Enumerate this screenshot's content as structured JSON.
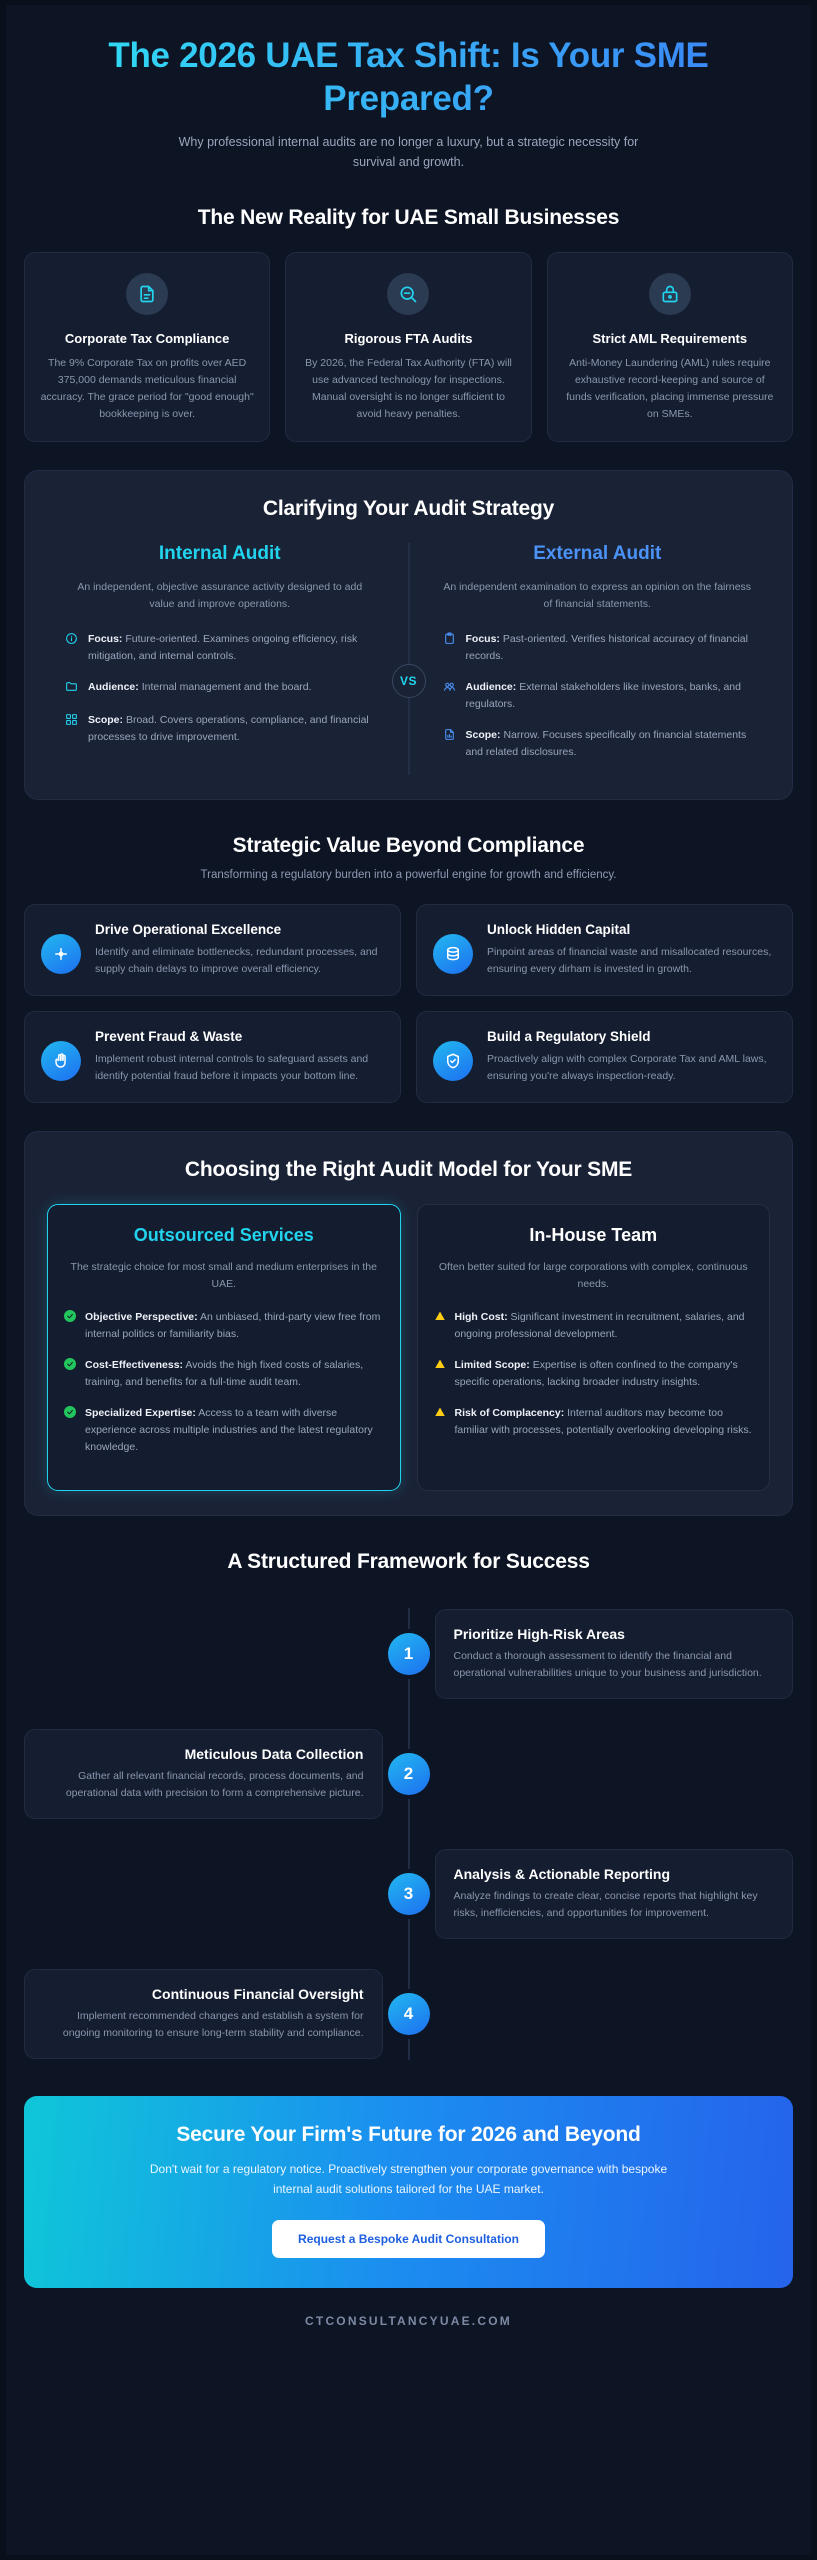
{
  "hero": {
    "title": "The 2026 UAE Tax Shift: Is Your SME Prepared?",
    "subtitle": "Why professional internal audits are no longer a luxury, but a strategic necessity for survival and growth."
  },
  "reality": {
    "title": "The New Reality for UAE Small Businesses",
    "cards": [
      {
        "icon": "document-icon",
        "title": "Corporate Tax Compliance",
        "body": "The 9% Corporate Tax on profits over AED 375,000 demands meticulous financial accuracy. The grace period for \"good enough\" bookkeeping is over."
      },
      {
        "icon": "magnifier-icon",
        "title": "Rigorous FTA Audits",
        "body": "By 2026, the Federal Tax Authority (FTA) will use advanced technology for inspections. Manual oversight is no longer sufficient to avoid heavy penalties."
      },
      {
        "icon": "lock-icon",
        "title": "Strict AML Requirements",
        "body": "Anti-Money Laundering (AML) rules require exhaustive record-keeping and source of funds verification, placing immense pressure on SMEs."
      }
    ]
  },
  "compare": {
    "title": "Clarifying Your Audit Strategy",
    "badge": "VS",
    "internal": {
      "heading": "Internal Audit",
      "lead": "An independent, objective assurance activity designed to add value and improve operations.",
      "items": [
        {
          "icon": "info-circle-icon",
          "label": "Focus:",
          "text": "Future-oriented. Examines ongoing efficiency, risk mitigation, and internal controls."
        },
        {
          "icon": "folder-icon",
          "label": "Audience:",
          "text": "Internal management and the board."
        },
        {
          "icon": "grid-icon",
          "label": "Scope:",
          "text": "Broad. Covers operations, compliance, and financial processes to drive improvement."
        }
      ]
    },
    "external": {
      "heading": "External Audit",
      "lead": "An independent examination to express an opinion on the fairness of financial statements.",
      "items": [
        {
          "icon": "clipboard-icon",
          "label": "Focus:",
          "text": "Past-oriented. Verifies historical accuracy of financial records."
        },
        {
          "icon": "users-icon",
          "label": "Audience:",
          "text": "External stakeholders like investors, banks, and regulators."
        },
        {
          "icon": "report-icon",
          "label": "Scope:",
          "text": "Narrow. Focuses specifically on financial statements and related disclosures."
        }
      ]
    }
  },
  "value": {
    "title": "Strategic Value Beyond Compliance",
    "subtitle": "Transforming a regulatory burden into a powerful engine for growth and efficiency.",
    "cards": [
      {
        "icon": "gears-icon",
        "title": "Drive Operational Excellence",
        "body": "Identify and eliminate bottlenecks, redundant processes, and supply chain delays to improve overall efficiency."
      },
      {
        "icon": "coins-icon",
        "title": "Unlock Hidden Capital",
        "body": "Pinpoint areas of financial waste and misallocated resources, ensuring every dirham is invested in growth."
      },
      {
        "icon": "hand-stop-icon",
        "title": "Prevent Fraud & Waste",
        "body": "Implement robust internal controls to safeguard assets and identify potential fraud before it impacts your bottom line."
      },
      {
        "icon": "shield-check-icon",
        "title": "Build a Regulatory Shield",
        "body": "Proactively align with complex Corporate Tax and AML laws, ensuring you're always inspection-ready."
      }
    ]
  },
  "models": {
    "title": "Choosing the Right Audit Model for Your SME",
    "outsourced": {
      "heading": "Outsourced Services",
      "lead": "The strategic choice for most small and medium enterprises in the UAE.",
      "items": [
        {
          "icon": "check-circle-icon",
          "label": "Objective Perspective:",
          "text": "An unbiased, third-party view free from internal politics or familiarity bias."
        },
        {
          "icon": "check-circle-icon",
          "label": "Cost-Effectiveness:",
          "text": "Avoids the high fixed costs of salaries, training, and benefits for a full-time audit team."
        },
        {
          "icon": "check-circle-icon",
          "label": "Specialized Expertise:",
          "text": "Access to a team with diverse experience across multiple industries and the latest regulatory knowledge."
        }
      ]
    },
    "inhouse": {
      "heading": "In-House Team",
      "lead": "Often better suited for large corporations with complex, continuous needs.",
      "items": [
        {
          "icon": "warning-triangle-icon",
          "label": "High Cost:",
          "text": "Significant investment in recruitment, salaries, and ongoing professional development."
        },
        {
          "icon": "warning-triangle-icon",
          "label": "Limited Scope:",
          "text": "Expertise is often confined to the company's specific operations, lacking broader industry insights."
        },
        {
          "icon": "warning-triangle-icon",
          "label": "Risk of Complacency:",
          "text": "Internal auditors may become too familiar with processes, potentially overlooking developing risks."
        }
      ]
    }
  },
  "framework": {
    "title": "A Structured Framework for Success",
    "steps": [
      {
        "number": "1",
        "side": "right",
        "title": "Prioritize High-Risk Areas",
        "body": "Conduct a thorough assessment to identify the financial and operational vulnerabilities unique to your business and jurisdiction."
      },
      {
        "number": "2",
        "side": "left",
        "title": "Meticulous Data Collection",
        "body": "Gather all relevant financial records, process documents, and operational data with precision to form a comprehensive picture."
      },
      {
        "number": "3",
        "side": "right",
        "title": "Analysis & Actionable Reporting",
        "body": "Analyze findings to create clear, concise reports that highlight key risks, inefficiencies, and opportunities for improvement."
      },
      {
        "number": "4",
        "side": "left",
        "title": "Continuous Financial Oversight",
        "body": "Implement recommended changes and establish a system for ongoing monitoring to ensure long-term stability and compliance."
      }
    ]
  },
  "cta": {
    "title": "Secure Your Firm's Future for 2026 and Beyond",
    "body": "Don't wait for a regulatory notice. Proactively strengthen your corporate governance with bespoke internal audit solutions tailored for the UAE market.",
    "button": "Request a Bespoke Audit Consultation"
  },
  "footer": {
    "domain": "CTCONSULTANCYUAE.COM"
  },
  "colors": {
    "page_bg": "#0d1424",
    "card_bg": "#151d31",
    "panel_bg": "#1a2236",
    "accent_cyan": "#22d3ee",
    "accent_blue": "#4b93f7",
    "success_green": "#22c55e",
    "warning_yellow": "#facc15"
  }
}
